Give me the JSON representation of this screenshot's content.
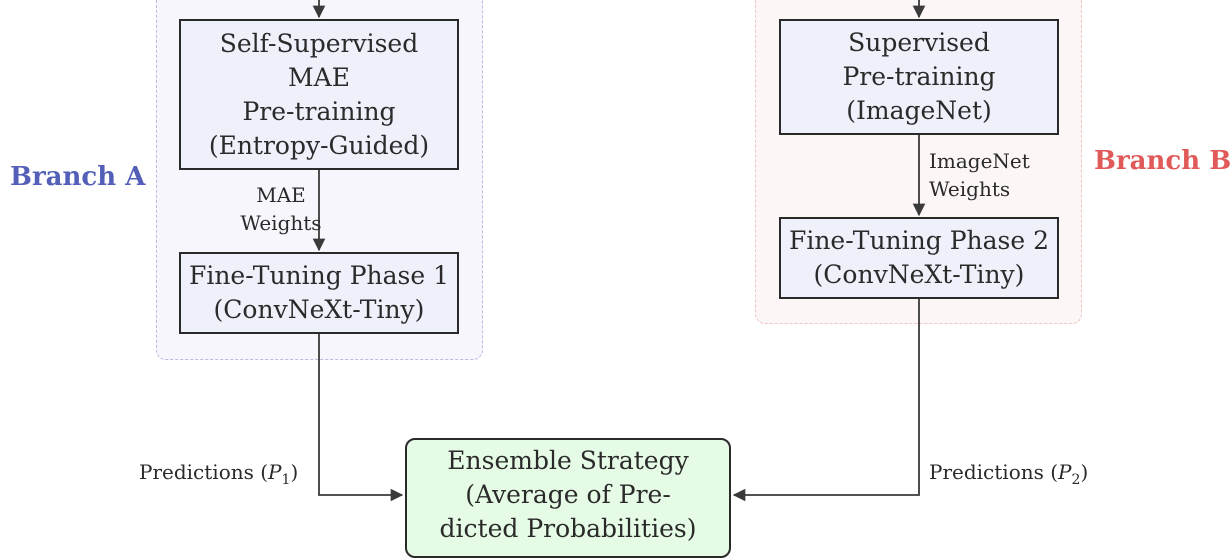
{
  "branch_a": {
    "label": "Branch A",
    "color": "#5460b8",
    "bg_color": "#f6f6fc",
    "pretrain_lines": [
      "Self-Supervised",
      "MAE",
      "Pre-training",
      "(Entropy-Guided)"
    ],
    "weights_lines": [
      "MAE",
      "Weights"
    ],
    "finetune_lines": [
      "Fine-Tuning Phase 1",
      "(ConvNeXt-Tiny)"
    ],
    "prediction_text": "Predictions (",
    "prediction_var": "P",
    "prediction_sub": "1",
    "prediction_close": ")"
  },
  "branch_b": {
    "label": "Branch B",
    "color": "#e05a5a",
    "bg_color": "#fdf6f6",
    "pretrain_lines": [
      "Supervised",
      "Pre-training",
      "(ImageNet)"
    ],
    "weights_lines": [
      "ImageNet",
      "Weights"
    ],
    "finetune_lines": [
      "Fine-Tuning Phase 2",
      "(ConvNeXt-Tiny)"
    ],
    "prediction_text": "Predictions (",
    "prediction_var": "P",
    "prediction_sub": "2",
    "prediction_close": ")"
  },
  "ensemble": {
    "lines": [
      "Ensemble Strategy",
      "(Average of Pre-",
      "dicted Probabilities)"
    ],
    "bg_color": "#e6fbe6"
  },
  "colors": {
    "node_fill": "#eef0fa",
    "stroke": "#2a2a2a",
    "arrow": "#3a3a3a"
  }
}
